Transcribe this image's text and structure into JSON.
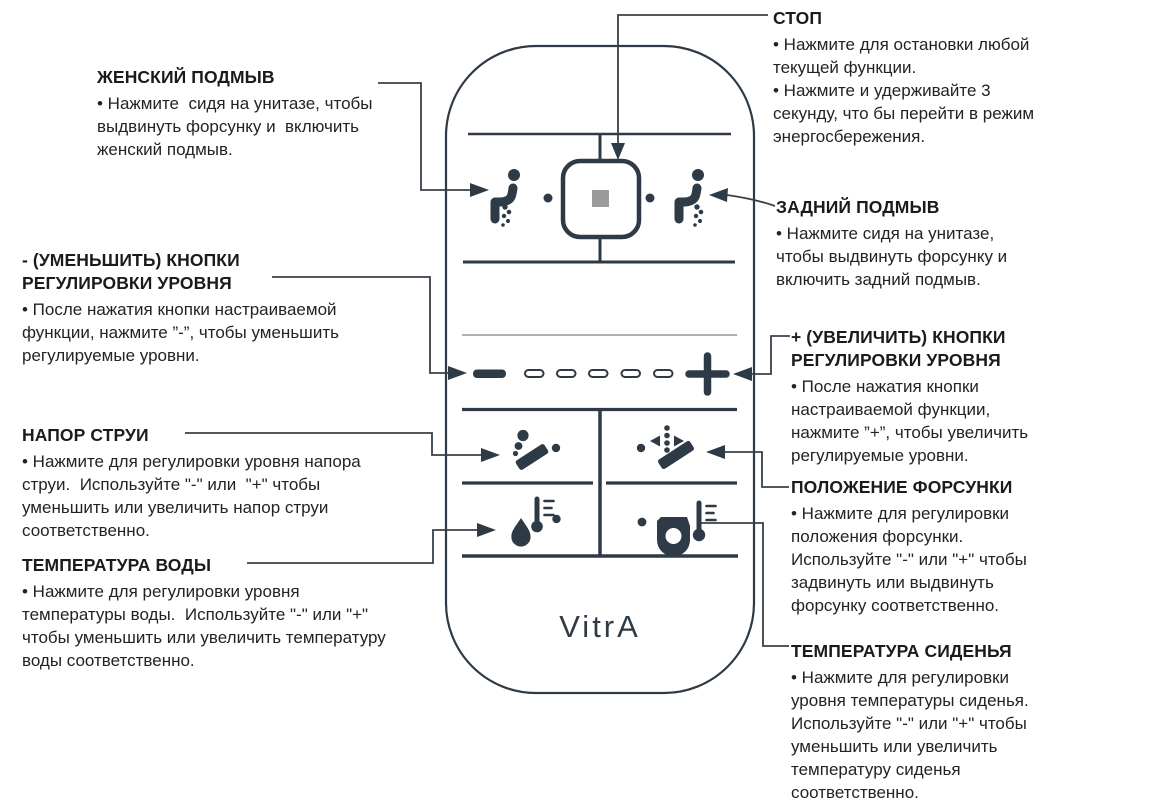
{
  "diagram": {
    "brand_logo": "VitrA",
    "colors": {
      "ink": "#2e3a46",
      "connector": "#3a4049",
      "stop_square": "#9b9b9b",
      "light_separator": "#8d97a0",
      "text": "#1e1e1e"
    },
    "annotations": {
      "female_wash": {
        "title": "ЖЕНСКИЙ ПОДМЫВ",
        "body": "• Нажмите  сидя на унитазе, чтобы\nвыдвинуть форсунку и  включить\nженский подмыв."
      },
      "stop": {
        "title": "СТОП",
        "body": "• Нажмите для остановки любой\nтекущей функции.\n• Нажмите и удерживайте 3\nсекунду, что бы перейти в режим\nэнергосбережения."
      },
      "rear_wash": {
        "title": "ЗАДНИЙ ПОДМЫВ",
        "body": "• Нажмите сидя на унитазе,\nчтобы выдвинуть форсунку и\nвключить задний подмыв."
      },
      "decrease": {
        "title": "- (УМЕНЬШИТЬ) КНОПКИ\nРЕГУЛИРОВКИ УРОВНЯ",
        "body": "• После нажатия кнопки настраиваемой\nфункции, нажмите ”-”, чтобы уменьшить\nрегулируемые уровни."
      },
      "increase": {
        "title": "+ (УВЕЛИЧИТЬ) КНОПКИ\nРЕГУЛИРОВКИ УРОВНЯ",
        "body": "• После нажатия кнопки\nнастраиваемой функции,\nнажмите ”+”, чтобы увеличить\nрегулируемые уровни."
      },
      "spray_pressure": {
        "title": "НАПОР СТРУИ",
        "body": "• Нажмите для регулировки уровня напора\nструи.  Используйте \"-\" или  \"+\" чтобы\nуменьшить или увеличить напор струи\nсоответственно."
      },
      "water_temperature": {
        "title": "ТЕМПЕРАТУРА ВОДЫ",
        "body": "• Нажмите для регулировки уровня\nтемпературы воды.  Используйте \"-\" или \"+\"\nчтобы уменьшить или увеличить температуру\nводы соответственно."
      },
      "nozzle_position": {
        "title": "ПОЛОЖЕНИЕ ФОРСУНКИ",
        "body": "• Нажмите для регулировки\nположения форсунки.\nИспользуйте \"-\" или \"+\" чтобы\nзадвинуть или выдвинуть\nфорсунку соответственно."
      },
      "seat_temperature": {
        "title": "ТЕМПЕРАТУРА СИДЕНЬЯ",
        "body": "• Нажмите для регулировки\nуровня температуры сиденья.\nИспользуйте \"-\" или \"+\" чтобы\nуменьшить или увеличить\nтемпературу сиденья\nсоответственно."
      }
    },
    "remote": {
      "buttons": [
        "female-wash-button",
        "stop-button",
        "rear-wash-button",
        "decrease-button",
        "level-indicator-dashes",
        "increase-button",
        "spray-pressure-button",
        "nozzle-position-button",
        "water-temperature-button",
        "seat-temperature-button"
      ]
    }
  }
}
